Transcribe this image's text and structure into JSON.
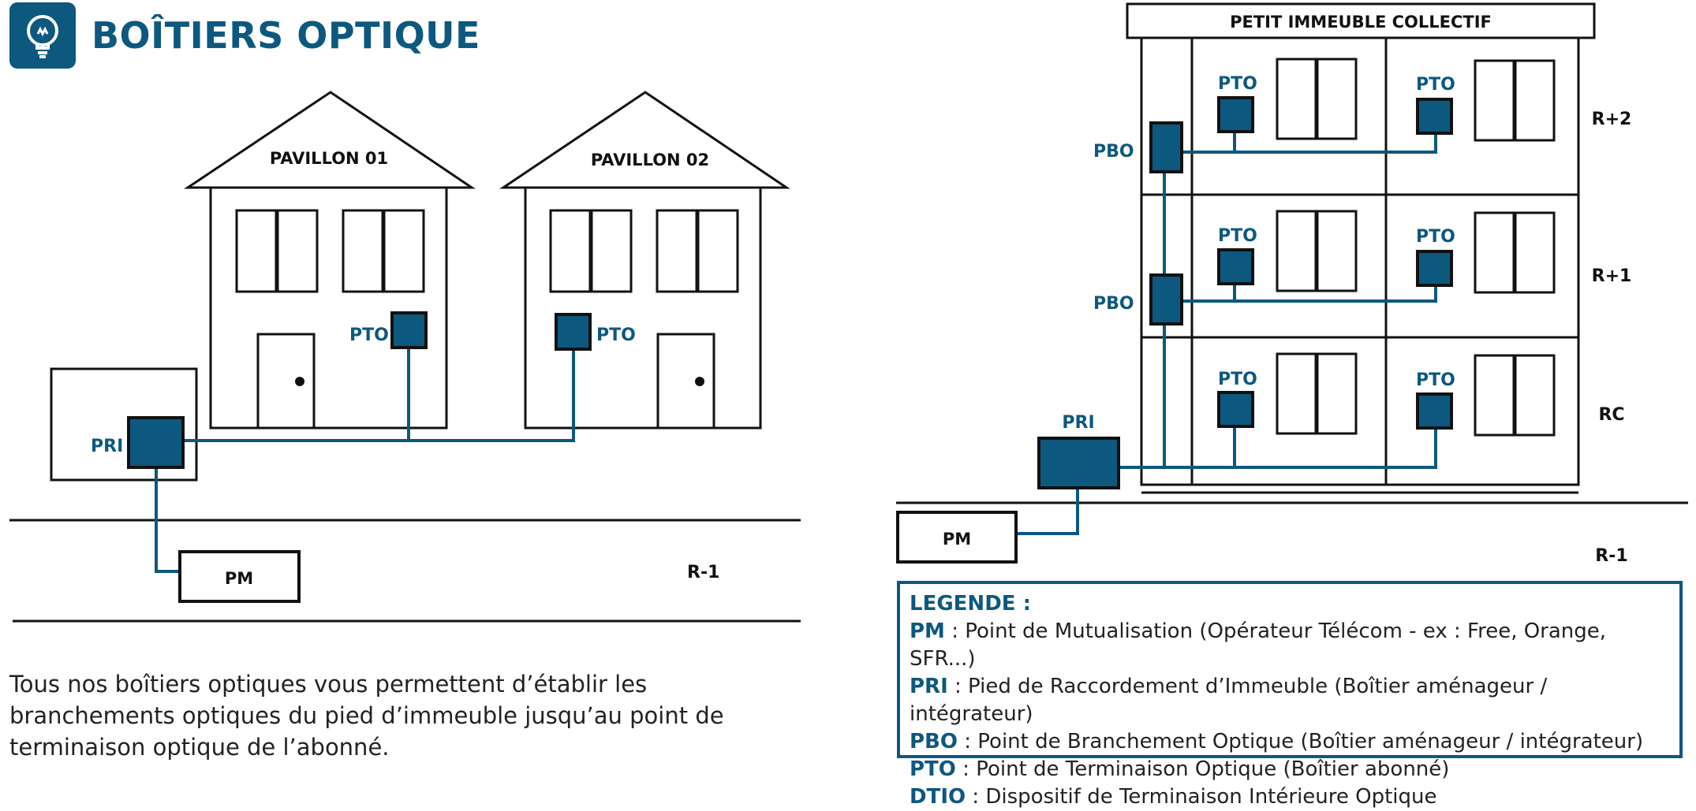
{
  "header": {
    "title": "BOÎTIERS OPTIQUE",
    "icon": "lightbulb-icon"
  },
  "labels": {
    "pavillon1": "PAVILLON 01",
    "pavillon2": "PAVILLON 02",
    "pto": "PTO",
    "pri": "PRI",
    "pm": "PM",
    "pbo": "PBO",
    "r_minus1": "R-1",
    "building": "PETIT IMMEUBLE COLLECTIF",
    "r2": "R+2",
    "r1": "R+1",
    "rc": "RC"
  },
  "description": "Tous nos boîtiers optiques vous permettent d’établir les branchements optiques du pied d’immeuble jusqu’au point de terminaison optique de l’abonné.",
  "legend": {
    "title": "LEGENDE :",
    "items": [
      {
        "key": "PM",
        "sep": " : ",
        "text": "Point de Mutualisation (Opérateur Télécom - ex : Free, Orange, SFR...)"
      },
      {
        "key": "PRI",
        "sep": " : ",
        "text": "Pied de Raccordement d’Immeuble (Boîtier aménageur / intégrateur)"
      },
      {
        "key": "PBO",
        "sep": " : ",
        "text": "Point de Branchement Optique (Boîtier aménageur / intégrateur)"
      },
      {
        "key": "PTO",
        "sep": " : ",
        "text": "Point de Terminaison Optique (Boîtier abonné)"
      },
      {
        "key": "DTIO",
        "sep": " : ",
        "text": "Dispositif de Terminaison Intérieure Optique"
      }
    ]
  },
  "colors": {
    "accent": "#0d587e",
    "line": "#111111"
  }
}
